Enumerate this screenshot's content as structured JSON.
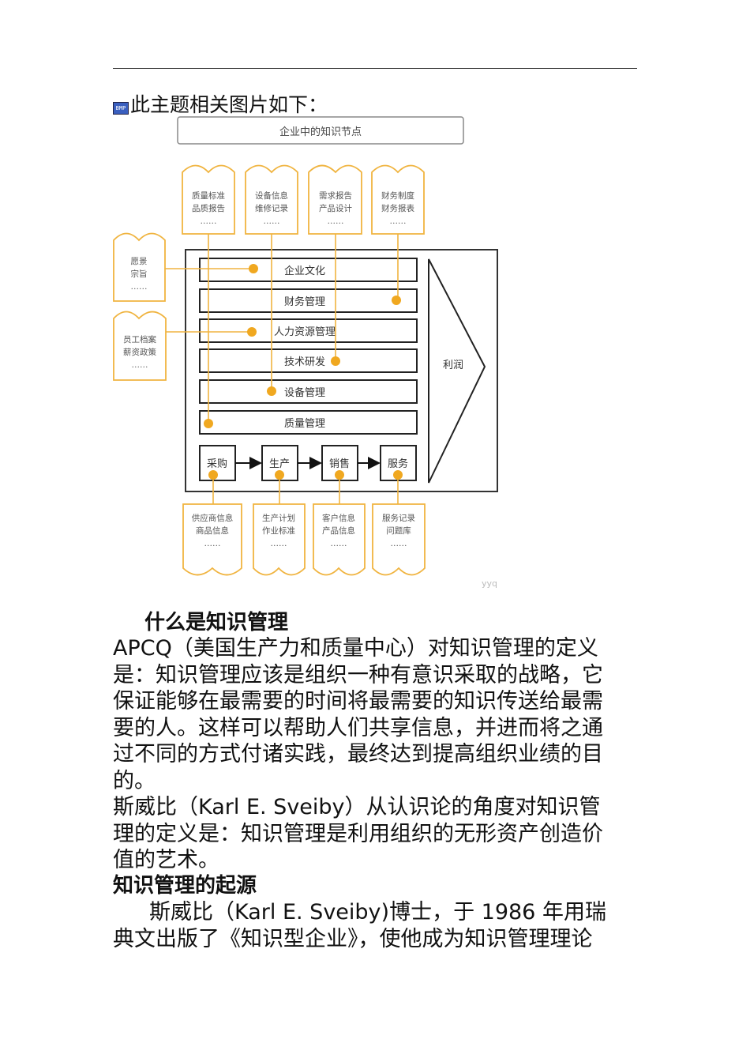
{
  "intro_text": "此主题相关图片如下：",
  "diagram": {
    "title": "企业中的知识节点",
    "top_docs": [
      {
        "line1": "质量标准",
        "line2": "品质报告",
        "dots": "……"
      },
      {
        "line1": "设备信息",
        "line2": "维修记录",
        "dots": "……"
      },
      {
        "line1": "需求报告",
        "line2": "产品设计",
        "dots": "……"
      },
      {
        "line1": "财务制度",
        "line2": "财务报表",
        "dots": "……"
      }
    ],
    "left_docs": [
      {
        "line1": "愿景",
        "line2": "宗旨",
        "dots": "……"
      },
      {
        "line1": "员工档案",
        "line2": "薪资政策",
        "dots": "……"
      }
    ],
    "bars": [
      "企业文化",
      "财务管理",
      "人力资源管理",
      "技术研发",
      "设备管理",
      "质量管理"
    ],
    "process": [
      "采购",
      "生产",
      "销售",
      "服务"
    ],
    "profit_label": "利润",
    "bottom_docs": [
      {
        "line1": "供应商信息",
        "line2": "商品信息",
        "dots": "……"
      },
      {
        "line1": "生产计划",
        "line2": "作业标准",
        "dots": "……"
      },
      {
        "line1": "客户信息",
        "line2": "产品信息",
        "dots": "……"
      },
      {
        "line1": "服务记录",
        "line2": "问题库",
        "dots": "……"
      }
    ],
    "watermark": "yyq"
  },
  "heading1": "什么是知识管理",
  "para1_lines": [
    "APCQ（美国生产力和质量中心）对知识管理的定义",
    "是：知识管理应该是组织一种有意识采取的战略，它",
    "保证能够在最需要的时间将最需要的知识传送给最需",
    "要的人。这样可以帮助人们共享信息，并进而将之通",
    "过不同的方式付诸实践，最终达到提高组织业绩的目",
    "的。"
  ],
  "para2_lines": [
    "斯威比（Karl E. Sveiby）从认识论的角度对知识管",
    "理的定义是：知识管理是利用组织的无形资产创造价",
    "值的艺术。"
  ],
  "heading2": "知识管理的起源",
  "para3_lines": [
    "斯威比（Karl E. Sveiby)博士，于 1986 年用瑞",
    "典文出版了《知识型企业》，使他成为知识管理理论"
  ]
}
